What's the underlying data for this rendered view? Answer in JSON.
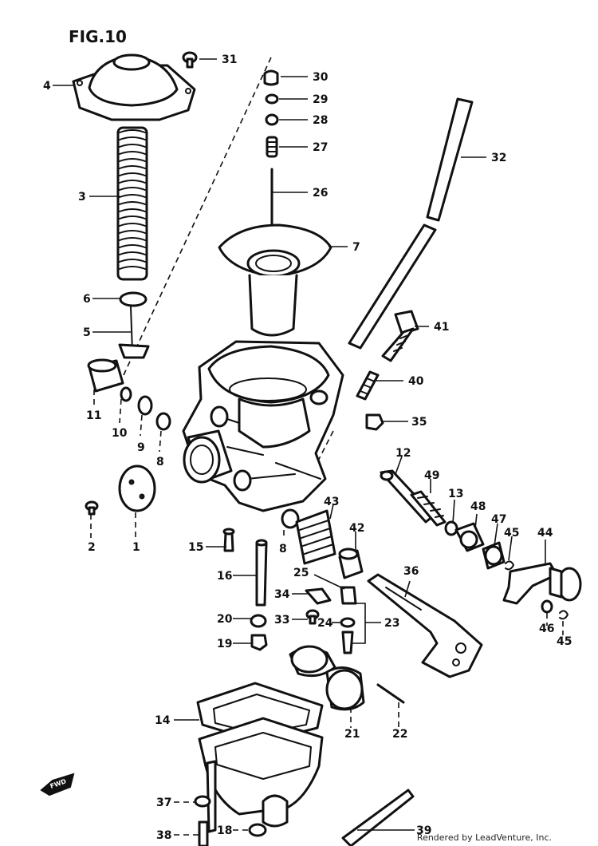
{
  "figure": {
    "title": "FIG.10",
    "credit": "Rendered by LeadVenture, Inc.",
    "fwd_label": "FWD"
  },
  "callouts": [
    {
      "id": "c1",
      "label": "1"
    },
    {
      "id": "c2",
      "label": "2"
    },
    {
      "id": "c3",
      "label": "3"
    },
    {
      "id": "c4",
      "label": "4"
    },
    {
      "id": "c5",
      "label": "5"
    },
    {
      "id": "c6",
      "label": "6"
    },
    {
      "id": "c7",
      "label": "7"
    },
    {
      "id": "c8a",
      "label": "8"
    },
    {
      "id": "c8b",
      "label": "8"
    },
    {
      "id": "c9",
      "label": "9"
    },
    {
      "id": "c10",
      "label": "10"
    },
    {
      "id": "c11",
      "label": "11"
    },
    {
      "id": "c12",
      "label": "12"
    },
    {
      "id": "c13",
      "label": "13"
    },
    {
      "id": "c14",
      "label": "14"
    },
    {
      "id": "c15",
      "label": "15"
    },
    {
      "id": "c16",
      "label": "16"
    },
    {
      "id": "c18",
      "label": "18"
    },
    {
      "id": "c19",
      "label": "19"
    },
    {
      "id": "c20",
      "label": "20"
    },
    {
      "id": "c21",
      "label": "21"
    },
    {
      "id": "c22",
      "label": "22"
    },
    {
      "id": "c23",
      "label": "23"
    },
    {
      "id": "c24",
      "label": "24"
    },
    {
      "id": "c25",
      "label": "25"
    },
    {
      "id": "c26",
      "label": "26"
    },
    {
      "id": "c27",
      "label": "27"
    },
    {
      "id": "c28",
      "label": "28"
    },
    {
      "id": "c29",
      "label": "29"
    },
    {
      "id": "c30",
      "label": "30"
    },
    {
      "id": "c31",
      "label": "31"
    },
    {
      "id": "c32",
      "label": "32"
    },
    {
      "id": "c33",
      "label": "33"
    },
    {
      "id": "c34",
      "label": "34"
    },
    {
      "id": "c35",
      "label": "35"
    },
    {
      "id": "c36",
      "label": "36"
    },
    {
      "id": "c37",
      "label": "37"
    },
    {
      "id": "c38",
      "label": "38"
    },
    {
      "id": "c39",
      "label": "39"
    },
    {
      "id": "c40",
      "label": "40"
    },
    {
      "id": "c41",
      "label": "41"
    },
    {
      "id": "c42",
      "label": "42"
    },
    {
      "id": "c43",
      "label": "43"
    },
    {
      "id": "c44",
      "label": "44"
    },
    {
      "id": "c45a",
      "label": "45"
    },
    {
      "id": "c45b",
      "label": "45"
    },
    {
      "id": "c46",
      "label": "46"
    },
    {
      "id": "c47",
      "label": "47"
    },
    {
      "id": "c48",
      "label": "48"
    },
    {
      "id": "c49",
      "label": "49"
    }
  ]
}
